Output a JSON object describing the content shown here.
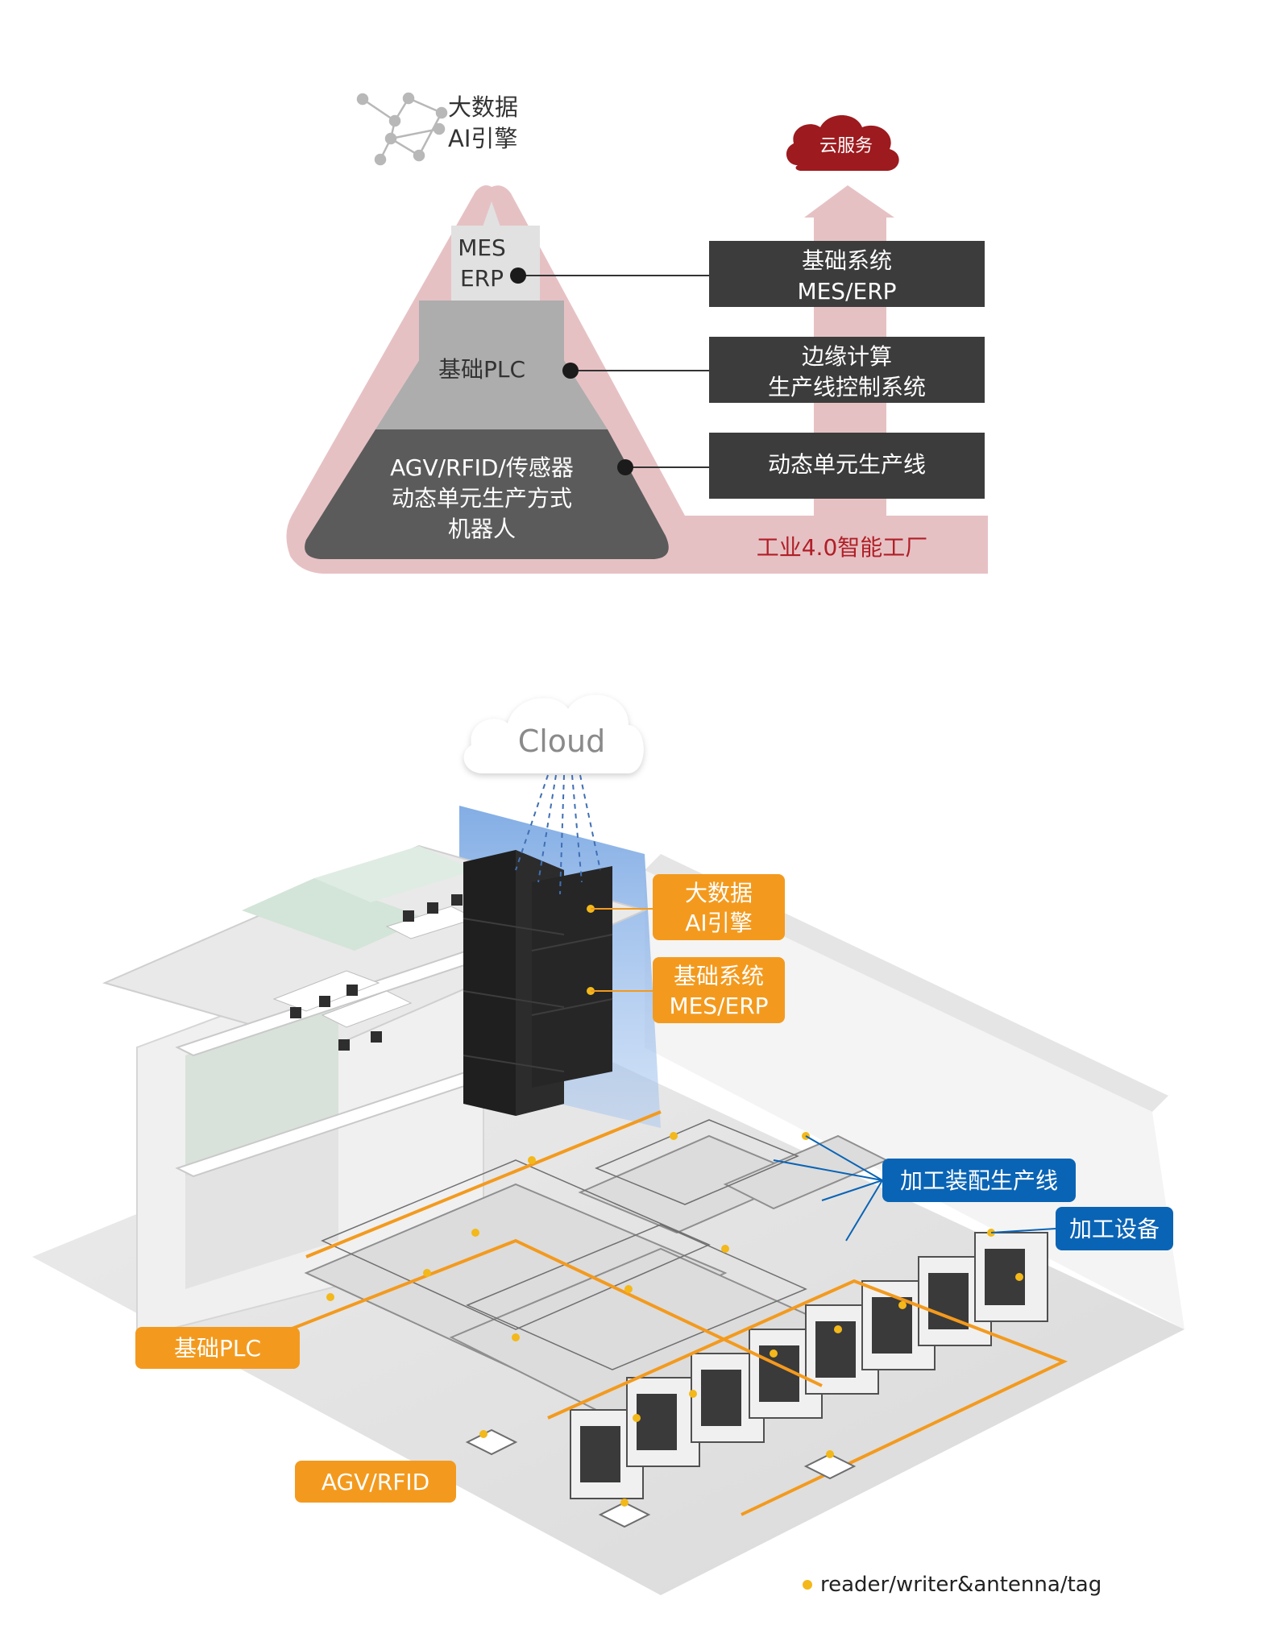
{
  "colors": {
    "pyramid_outline": "#e6c1c4",
    "tier_top": "#e1e1e1",
    "tier_middle": "#adadad",
    "tier_bottom": "#5b5b5b",
    "dark_box": "#3c3c3c",
    "cloud_red": "#9d1a1e",
    "footer_red": "#b01f27",
    "orange": "#f39a1e",
    "blue": "#0a64b5",
    "dot_yellow": "#f3b81a",
    "gray_text": "#444444"
  },
  "top_diagram": {
    "ai_engine": {
      "line1": "大数据",
      "line2": "AI引擎",
      "icon": "network-graph-icon"
    },
    "cloud_service": "云服务",
    "pyramid": {
      "top": {
        "line1": "MES",
        "line2": "ERP"
      },
      "middle": "基础PLC",
      "bottom": {
        "line1": "AGV/RFID/传感器",
        "line2": "动态单元生产方式",
        "line3": "机器人"
      }
    },
    "boxes": [
      {
        "line1": "基础系统",
        "line2": "MES/ERP"
      },
      {
        "line1": "边缘计算",
        "line2": "生产线控制系统"
      },
      {
        "line1": "动态单元生产线"
      }
    ],
    "footer": "工业4.0智能工厂"
  },
  "factory": {
    "cloud": "Cloud",
    "callouts_orange": [
      {
        "line1": "大数据",
        "line2": "AI引擎"
      },
      {
        "line1": "基础系统",
        "line2": "MES/ERP"
      },
      {
        "line1": "基础PLC"
      },
      {
        "line1": "AGV/RFID"
      }
    ],
    "callouts_blue": [
      {
        "line1": "加工装配生产线"
      },
      {
        "line1": "加工设备"
      }
    ],
    "legend": "reader/writer&antenna/tag"
  }
}
